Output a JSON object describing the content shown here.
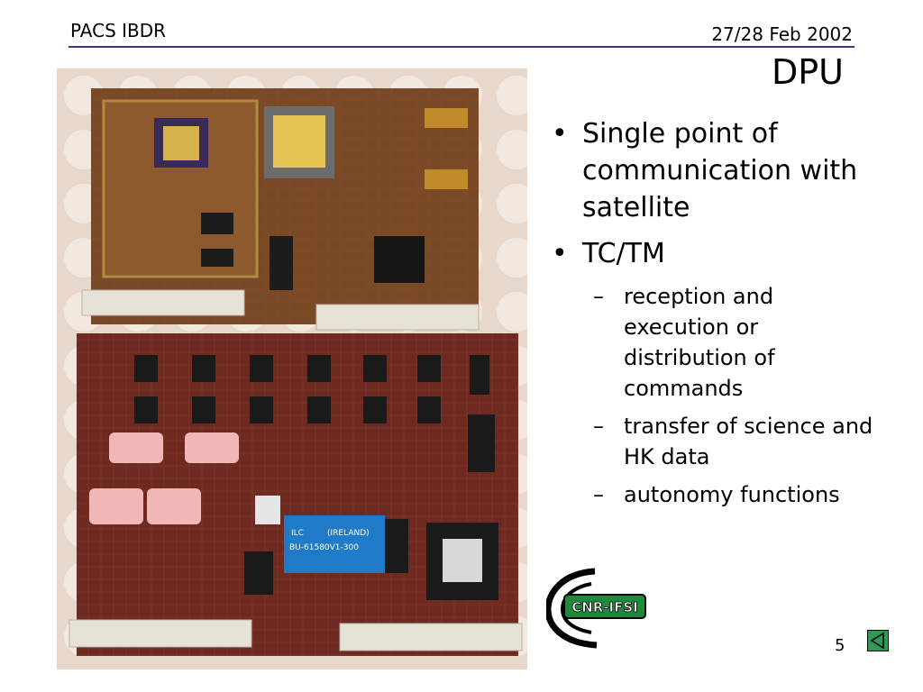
{
  "header": {
    "left": "PACS IBDR",
    "right": "27/28 Feb 2002"
  },
  "slide": {
    "title": "DPU",
    "page_number": "5",
    "bullets": [
      {
        "text": "Single point of communication with satellite",
        "sub": []
      },
      {
        "text": "TC/TM",
        "sub": [
          "reception and execution or distribution of commands",
          "transfer of science and HK data",
          "autonomy functions"
        ]
      }
    ]
  },
  "logo": {
    "text": "CNR-IFSI"
  },
  "photo": {
    "board_labels": [
      "ILC",
      "(IRELAND)",
      "BU-61580V1-300"
    ]
  },
  "colors": {
    "rule": "#3a3a9a",
    "board": "#6e2a20",
    "nav": "#2f9a55"
  }
}
